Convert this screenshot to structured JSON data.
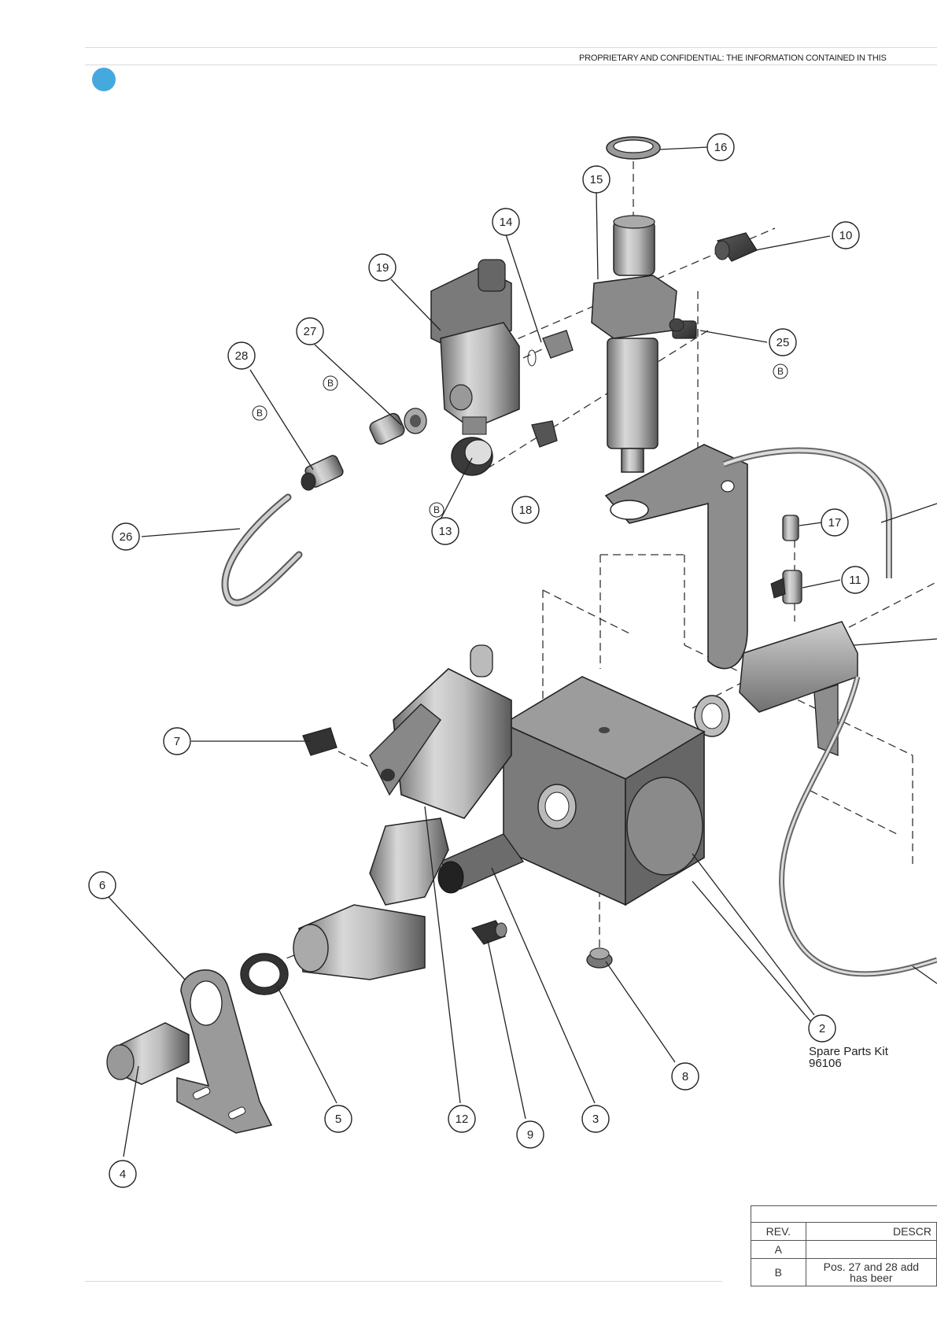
{
  "header": {
    "confidential_text": "PROPRIETARY AND CONFIDENTIAL: THE INFORMATION CONTAINED IN THIS",
    "accent_color": "#45a9de"
  },
  "balloons": [
    {
      "id": "16",
      "label": "16"
    },
    {
      "id": "15",
      "label": "15"
    },
    {
      "id": "14",
      "label": "14"
    },
    {
      "id": "10",
      "label": "10"
    },
    {
      "id": "19",
      "label": "19"
    },
    {
      "id": "27",
      "label": "27"
    },
    {
      "id": "28",
      "label": "28"
    },
    {
      "id": "25",
      "label": "25"
    },
    {
      "id": "18",
      "label": "18"
    },
    {
      "id": "13",
      "label": "13"
    },
    {
      "id": "26",
      "label": "26"
    },
    {
      "id": "17",
      "label": "17"
    },
    {
      "id": "11",
      "label": "11"
    },
    {
      "id": "7",
      "label": "7"
    },
    {
      "id": "6",
      "label": "6"
    },
    {
      "id": "2",
      "label": "2"
    },
    {
      "id": "8",
      "label": "8"
    },
    {
      "id": "5",
      "label": "5"
    },
    {
      "id": "12",
      "label": "12"
    },
    {
      "id": "3",
      "label": "3"
    },
    {
      "id": "9",
      "label": "9"
    },
    {
      "id": "4",
      "label": "4"
    }
  ],
  "rev_marks": {
    "label": "B"
  },
  "spare_parts": {
    "line1": "Spare Parts Kit",
    "line2": "96106"
  },
  "revision_table": {
    "col_rev": "REV.",
    "col_desc": "DESCR",
    "rows": [
      {
        "rev": "A",
        "desc": ""
      },
      {
        "rev": "B",
        "desc_line1": "Pos. 27 and 28 add",
        "desc_line2": "has beer"
      }
    ]
  }
}
